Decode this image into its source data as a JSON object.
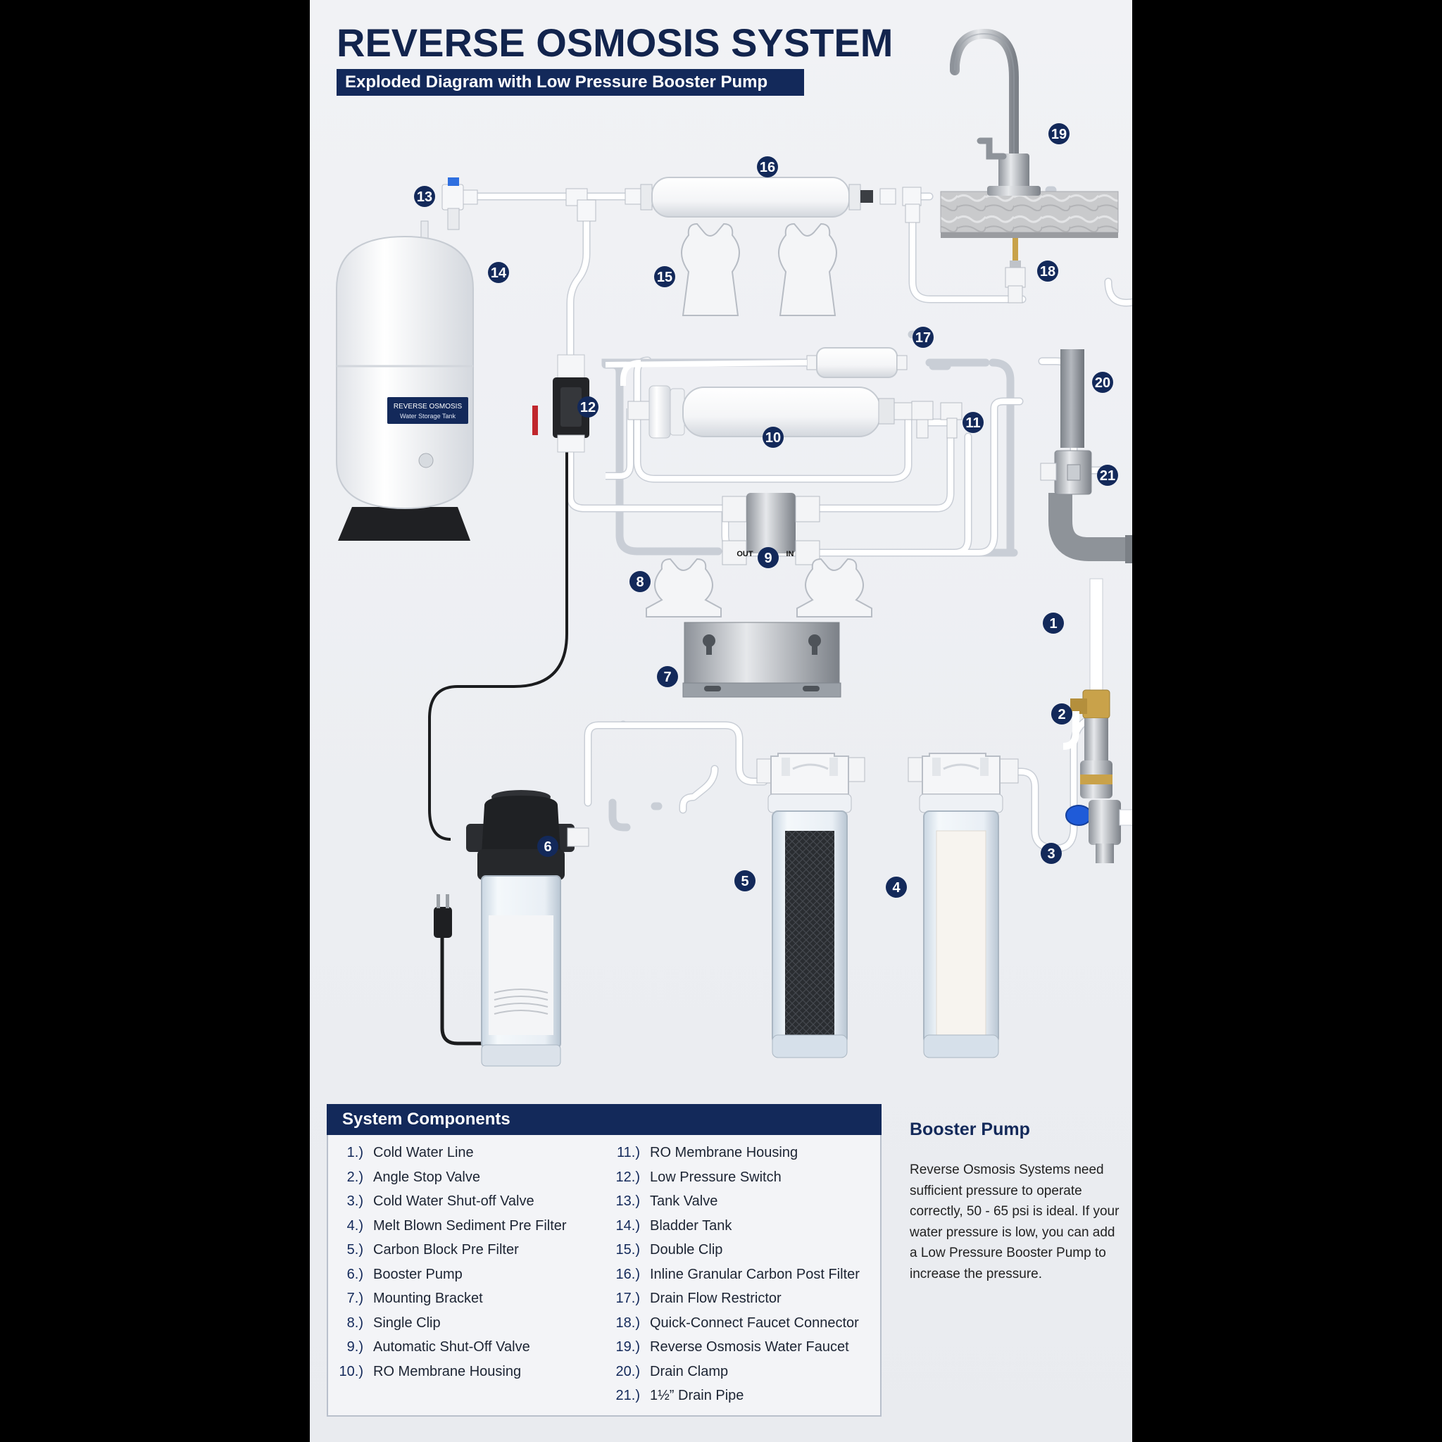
{
  "title": "REVERSE OSMOSIS SYSTEM",
  "subtitle": "Exploded Diagram with Low Pressure Booster Pump",
  "tank_label": {
    "line1": "REVERSE OSMOSIS",
    "line2": "Water Storage Tank"
  },
  "shutoff_valve_labels": {
    "out": "OUT",
    "in": "IN"
  },
  "callouts": [
    "1",
    "2",
    "3",
    "4",
    "5",
    "6",
    "7",
    "8",
    "9",
    "10",
    "11",
    "12",
    "13",
    "14",
    "15",
    "16",
    "17",
    "18",
    "19",
    "20",
    "21"
  ],
  "components": {
    "heading": "System Components",
    "left": [
      {
        "n": "1.)",
        "label": "Cold Water Line"
      },
      {
        "n": "2.)",
        "label": "Angle Stop Valve"
      },
      {
        "n": "3.)",
        "label": "Cold Water Shut-off Valve"
      },
      {
        "n": "4.)",
        "label": "Melt Blown Sediment Pre Filter"
      },
      {
        "n": "5.)",
        "label": "Carbon Block Pre Filter"
      },
      {
        "n": "6.)",
        "label": "Booster Pump"
      },
      {
        "n": "7.)",
        "label": "Mounting Bracket"
      },
      {
        "n": "8.)",
        "label": "Single Clip"
      },
      {
        "n": "9.)",
        "label": "Automatic Shut-Off Valve"
      },
      {
        "n": "10.)",
        "label": "RO Membrane Housing"
      }
    ],
    "right": [
      {
        "n": "11.)",
        "label": "RO Membrane Housing"
      },
      {
        "n": "12.)",
        "label": "Low Pressure Switch"
      },
      {
        "n": "13.)",
        "label": "Tank Valve"
      },
      {
        "n": "14.)",
        "label": "Bladder Tank"
      },
      {
        "n": "15.)",
        "label": "Double Clip"
      },
      {
        "n": "16.)",
        "label": "Inline Granular Carbon Post Filter"
      },
      {
        "n": "17.)",
        "label": "Drain Flow Restrictor"
      },
      {
        "n": "18.)",
        "label": "Quick-Connect Faucet Connector"
      },
      {
        "n": "19.)",
        "label": "Reverse Osmosis Water Faucet"
      },
      {
        "n": "20.)",
        "label": "Drain Clamp"
      },
      {
        "n": "21.)",
        "label": "1½” Drain Pipe"
      }
    ]
  },
  "booster": {
    "title": "Booster Pump",
    "text": "Reverse Osmosis Systems need sufficient pressure to operate correctly, 50 - 65 psi is ideal. If your water pressure is low, you can add a Low Pressure Booster Pump to increase the pressure."
  },
  "colors": {
    "navy": "#13295a",
    "background": "#eef0f3",
    "tube": "#ffffff",
    "valve_blue": "#1f5bd8",
    "brass": "#c9a24a"
  }
}
